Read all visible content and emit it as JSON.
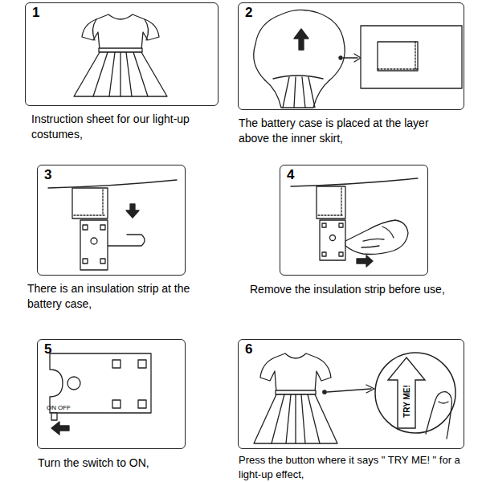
{
  "diagram": {
    "nodes": [
      {
        "text": [
          "1",
          "Instruction sheet for our light-up costumes,"
        ]
      },
      {
        "text": [
          "2",
          "The battery case is placed at the layer above the inner skirt,"
        ]
      },
      {
        "text": [
          "3",
          "There is an insulation strip at the battery case,"
        ]
      },
      {
        "text": [
          "4",
          "Remove the insulation strip before use,"
        ]
      },
      {
        "text": [
          "5",
          "Turn the switch to ON,"
        ]
      },
      {
        "text": [
          "6",
          "Press the button where it says \" TRY ME! \" for a light-up effect,"
        ]
      },
      {
        "text": [
          "TRY ME!"
        ],
        "in": 5
      }
    ],
    "labels": [
      "ON",
      "OFF"
    ]
  }
}
